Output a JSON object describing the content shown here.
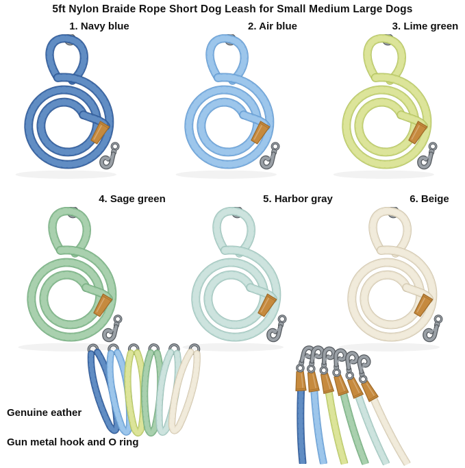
{
  "title": "5ft Nylon Braide Rope Short Dog Leash for Small Medium Large Dogs",
  "products": [
    {
      "id": "navy-blue",
      "label": "1. Navy blue",
      "rope": "#3e6cab",
      "rope_light": "#7aa3d4",
      "rope_dark": "#2a5088"
    },
    {
      "id": "air-blue",
      "label": "2. Air blue",
      "rope": "#7eb1e2",
      "rope_light": "#b3d4f2",
      "rope_dark": "#5b91c6"
    },
    {
      "id": "lime-green",
      "label": "3. Lime green",
      "rope": "#ccd87e",
      "rope_light": "#e6edad",
      "rope_dark": "#a9b955"
    },
    {
      "id": "sage-green",
      "label": "4. Sage green",
      "rope": "#8cbf95",
      "rope_light": "#bcdcc0",
      "rope_dark": "#6da377"
    },
    {
      "id": "harbor-gray",
      "label": "5. Harbor gray",
      "rope": "#b7d7d0",
      "rope_light": "#dcebe7",
      "rope_dark": "#93b9b1"
    },
    {
      "id": "beige",
      "label": "6. Beige",
      "rope": "#e8e0cd",
      "rope_light": "#f6f1e4",
      "rope_dark": "#c9bda1"
    }
  ],
  "features": [
    {
      "text": "Genuine eather"
    },
    {
      "text": "Gun metal hook and O ring"
    }
  ],
  "materials": {
    "leather": "#c68a3e",
    "leather_dark": "#9e6a28",
    "metal": "#9aa0a6",
    "metal_dark": "#565b60"
  }
}
